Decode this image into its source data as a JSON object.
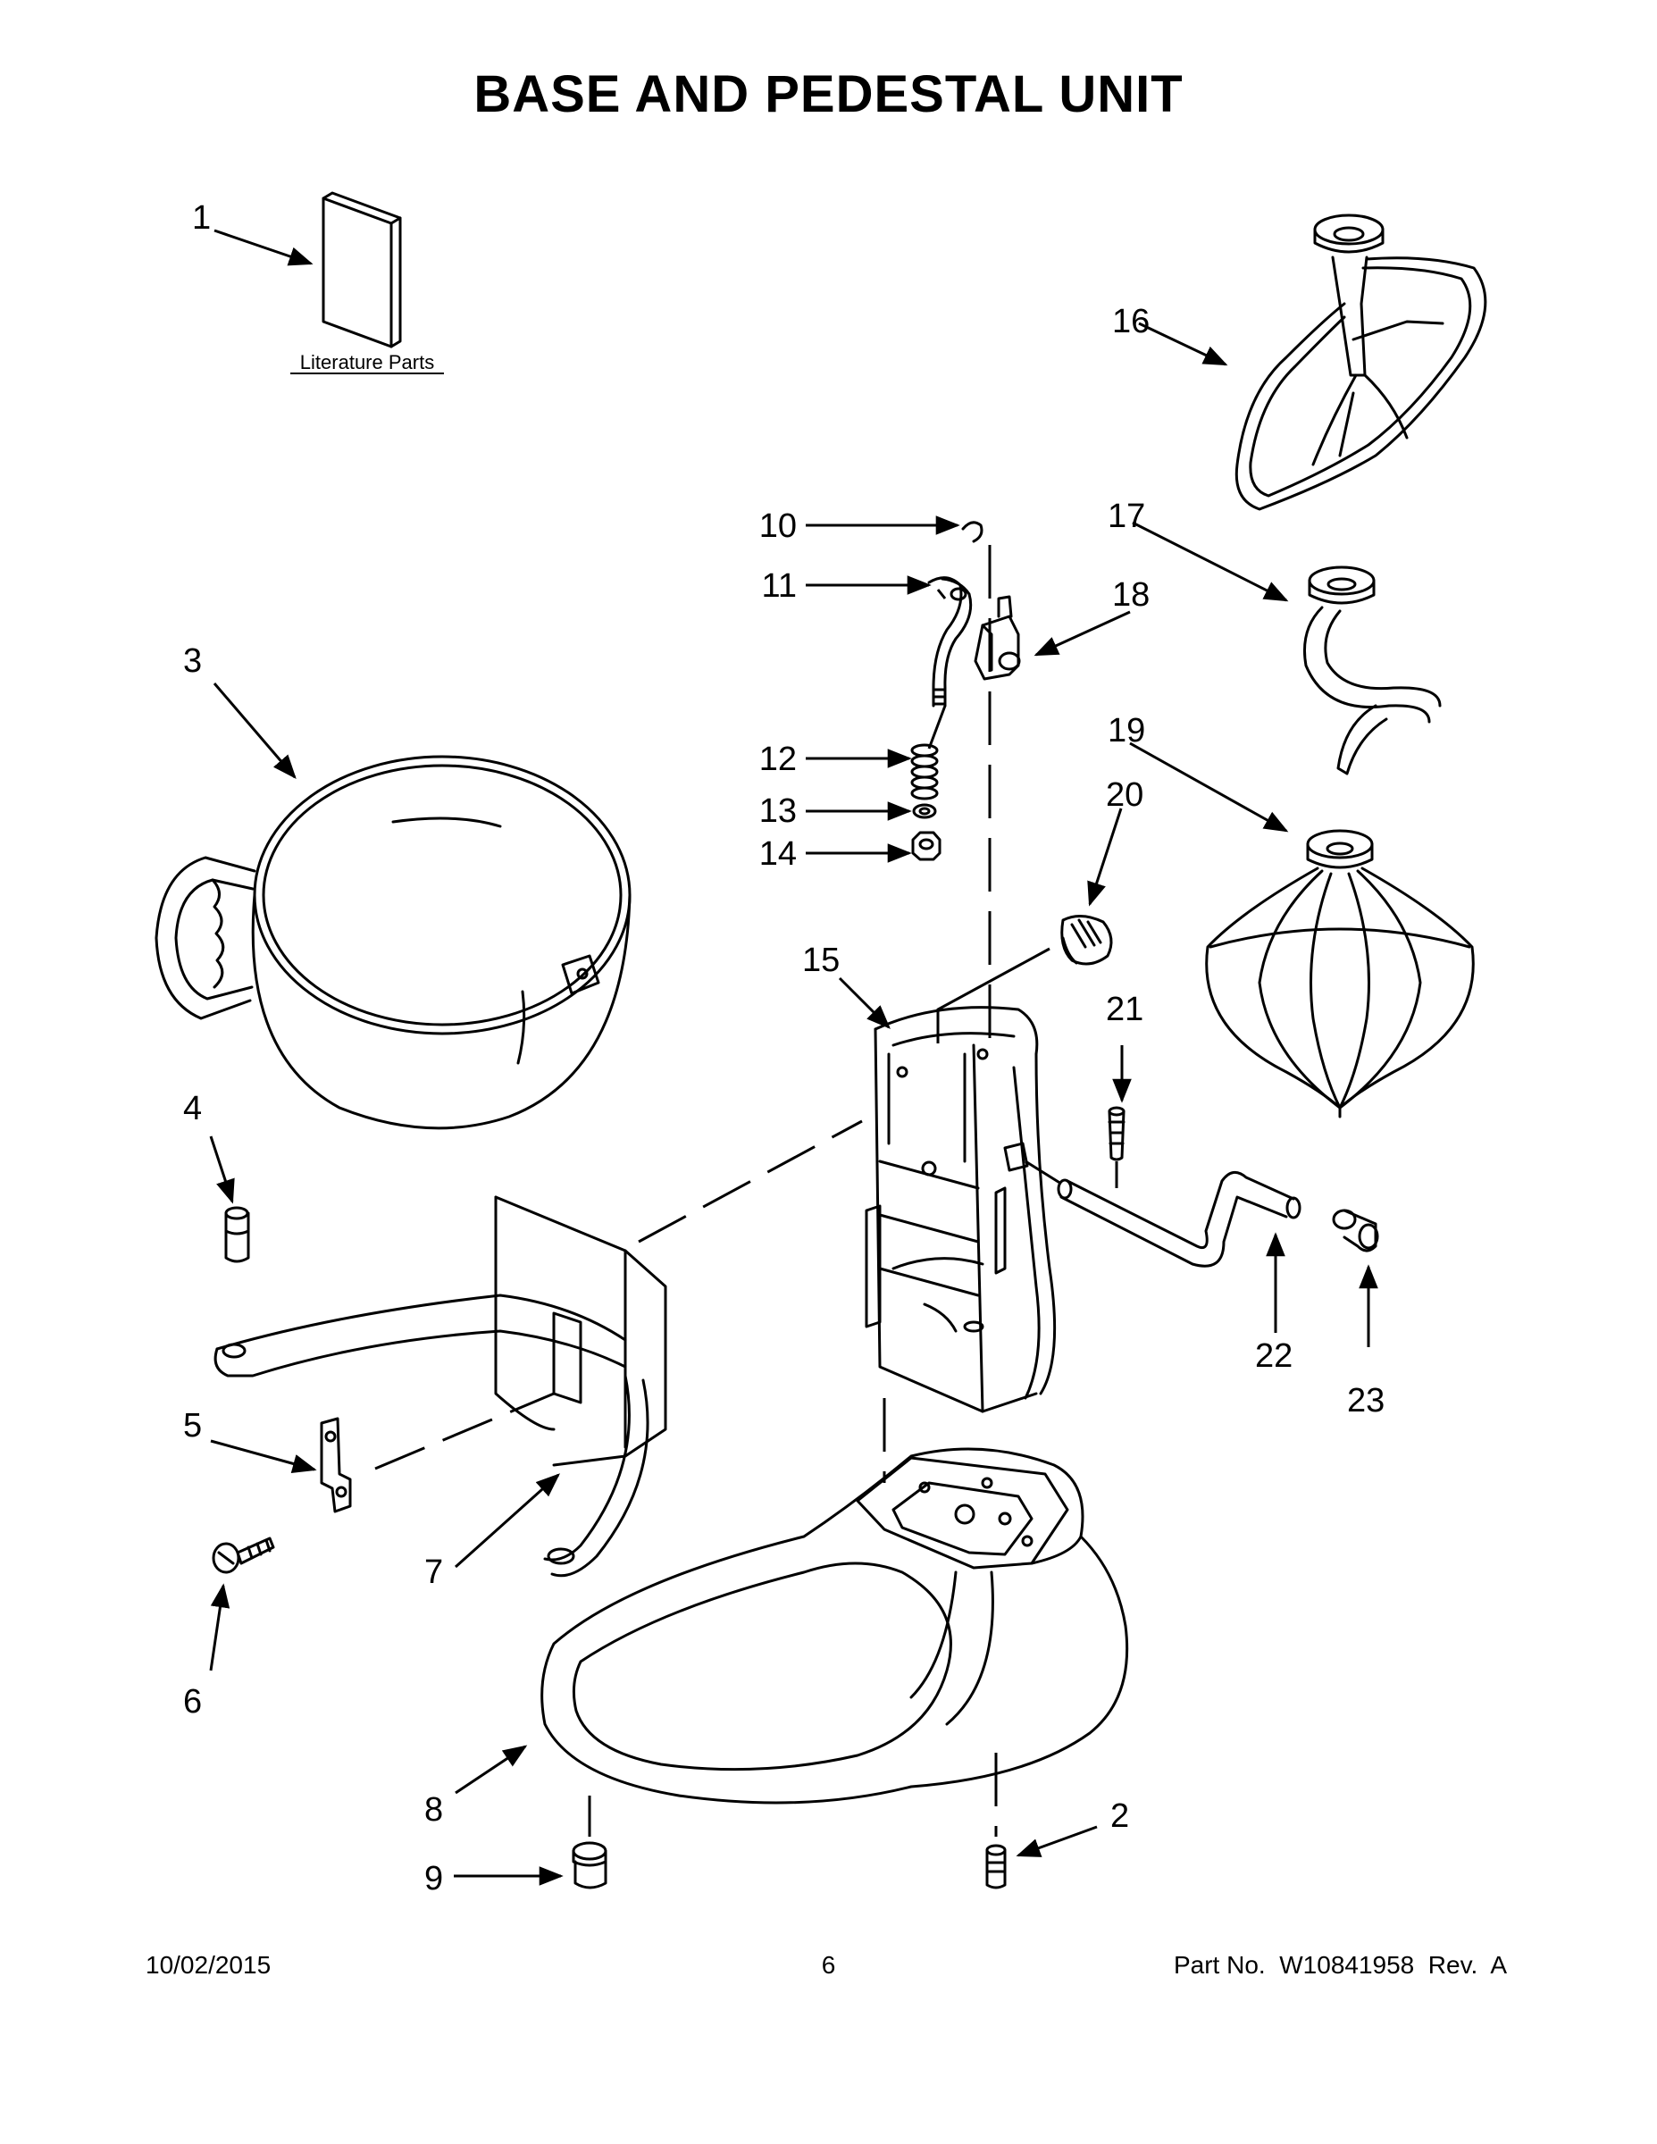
{
  "title": "BASE AND PEDESTAL UNIT",
  "literature_label": "Literature Parts",
  "callouts": [
    "1",
    "2",
    "3",
    "4",
    "5",
    "6",
    "7",
    "8",
    "9",
    "10",
    "11",
    "12",
    "13",
    "14",
    "15",
    "16",
    "17",
    "18",
    "19",
    "20",
    "21",
    "22",
    "23"
  ],
  "footer": {
    "date": "10/02/2015",
    "page": "6",
    "part": "Part No.  W10841958  Rev.  A"
  }
}
